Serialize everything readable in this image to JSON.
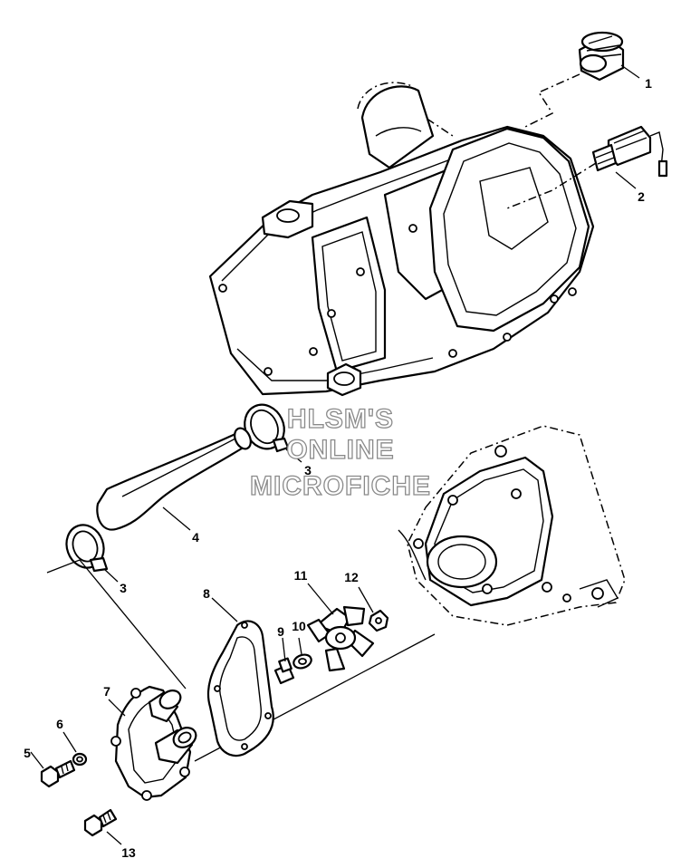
{
  "watermark": {
    "line1": "HLSM'S",
    "line2": "ONLINE",
    "line3": "MICROFICHE"
  },
  "callouts": {
    "c1": "1",
    "c2": "2",
    "c3a": "3",
    "c3b": "3",
    "c4": "4",
    "c5": "5",
    "c6": "6",
    "c7": "7",
    "c8": "8",
    "c9": "9",
    "c10": "10",
    "c11": "11",
    "c12": "12",
    "c13": "13"
  }
}
